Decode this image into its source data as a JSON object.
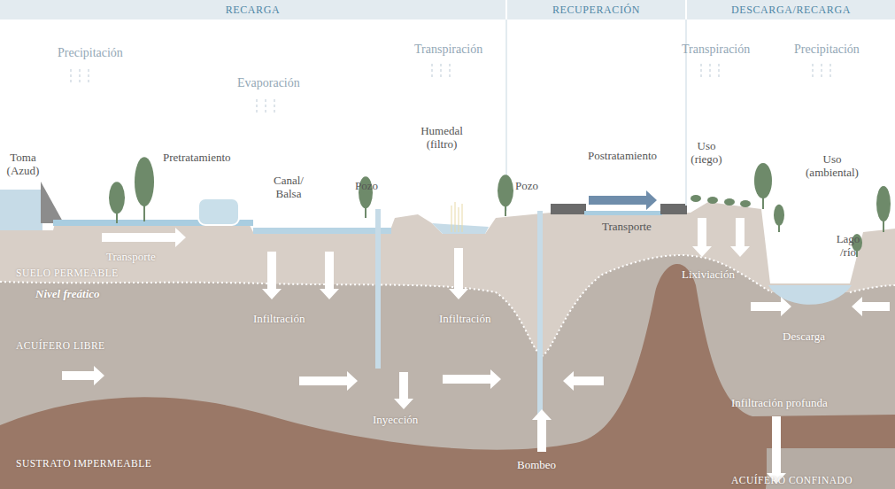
{
  "diagram": {
    "nodes": [
      {
        "text": [
          "RECARGA"
        ]
      },
      {
        "text": [
          "RECUPERACIÓN"
        ]
      },
      {
        "text": [
          "DESCARGA/RECARGA"
        ]
      }
    ],
    "labels": [
      "Precipitación",
      "Evaporación",
      "Transpiración",
      "Transpiración",
      "Precipitación",
      "Toma (Azud)",
      "Pretratamiento",
      "Transporte",
      "Canal/ Balsa",
      "Pozo",
      "Humedal (filtro)",
      "Pozo",
      "Postratamiento",
      "Transporte",
      "Uso (riego)",
      "Uso (ambiental)",
      "Lago /río",
      "SUELO PERMEABLE",
      "Nivel freático",
      "ACUÍFERO LIBRE",
      "Infiltración",
      "Infiltración",
      "Lixiviación",
      "Descarga",
      "Infiltración profunda",
      "Inyección",
      "Bombeo",
      "SUSTRATO IMPERMEABLE",
      "ACUÍFERO CONFINADO"
    ]
  }
}
